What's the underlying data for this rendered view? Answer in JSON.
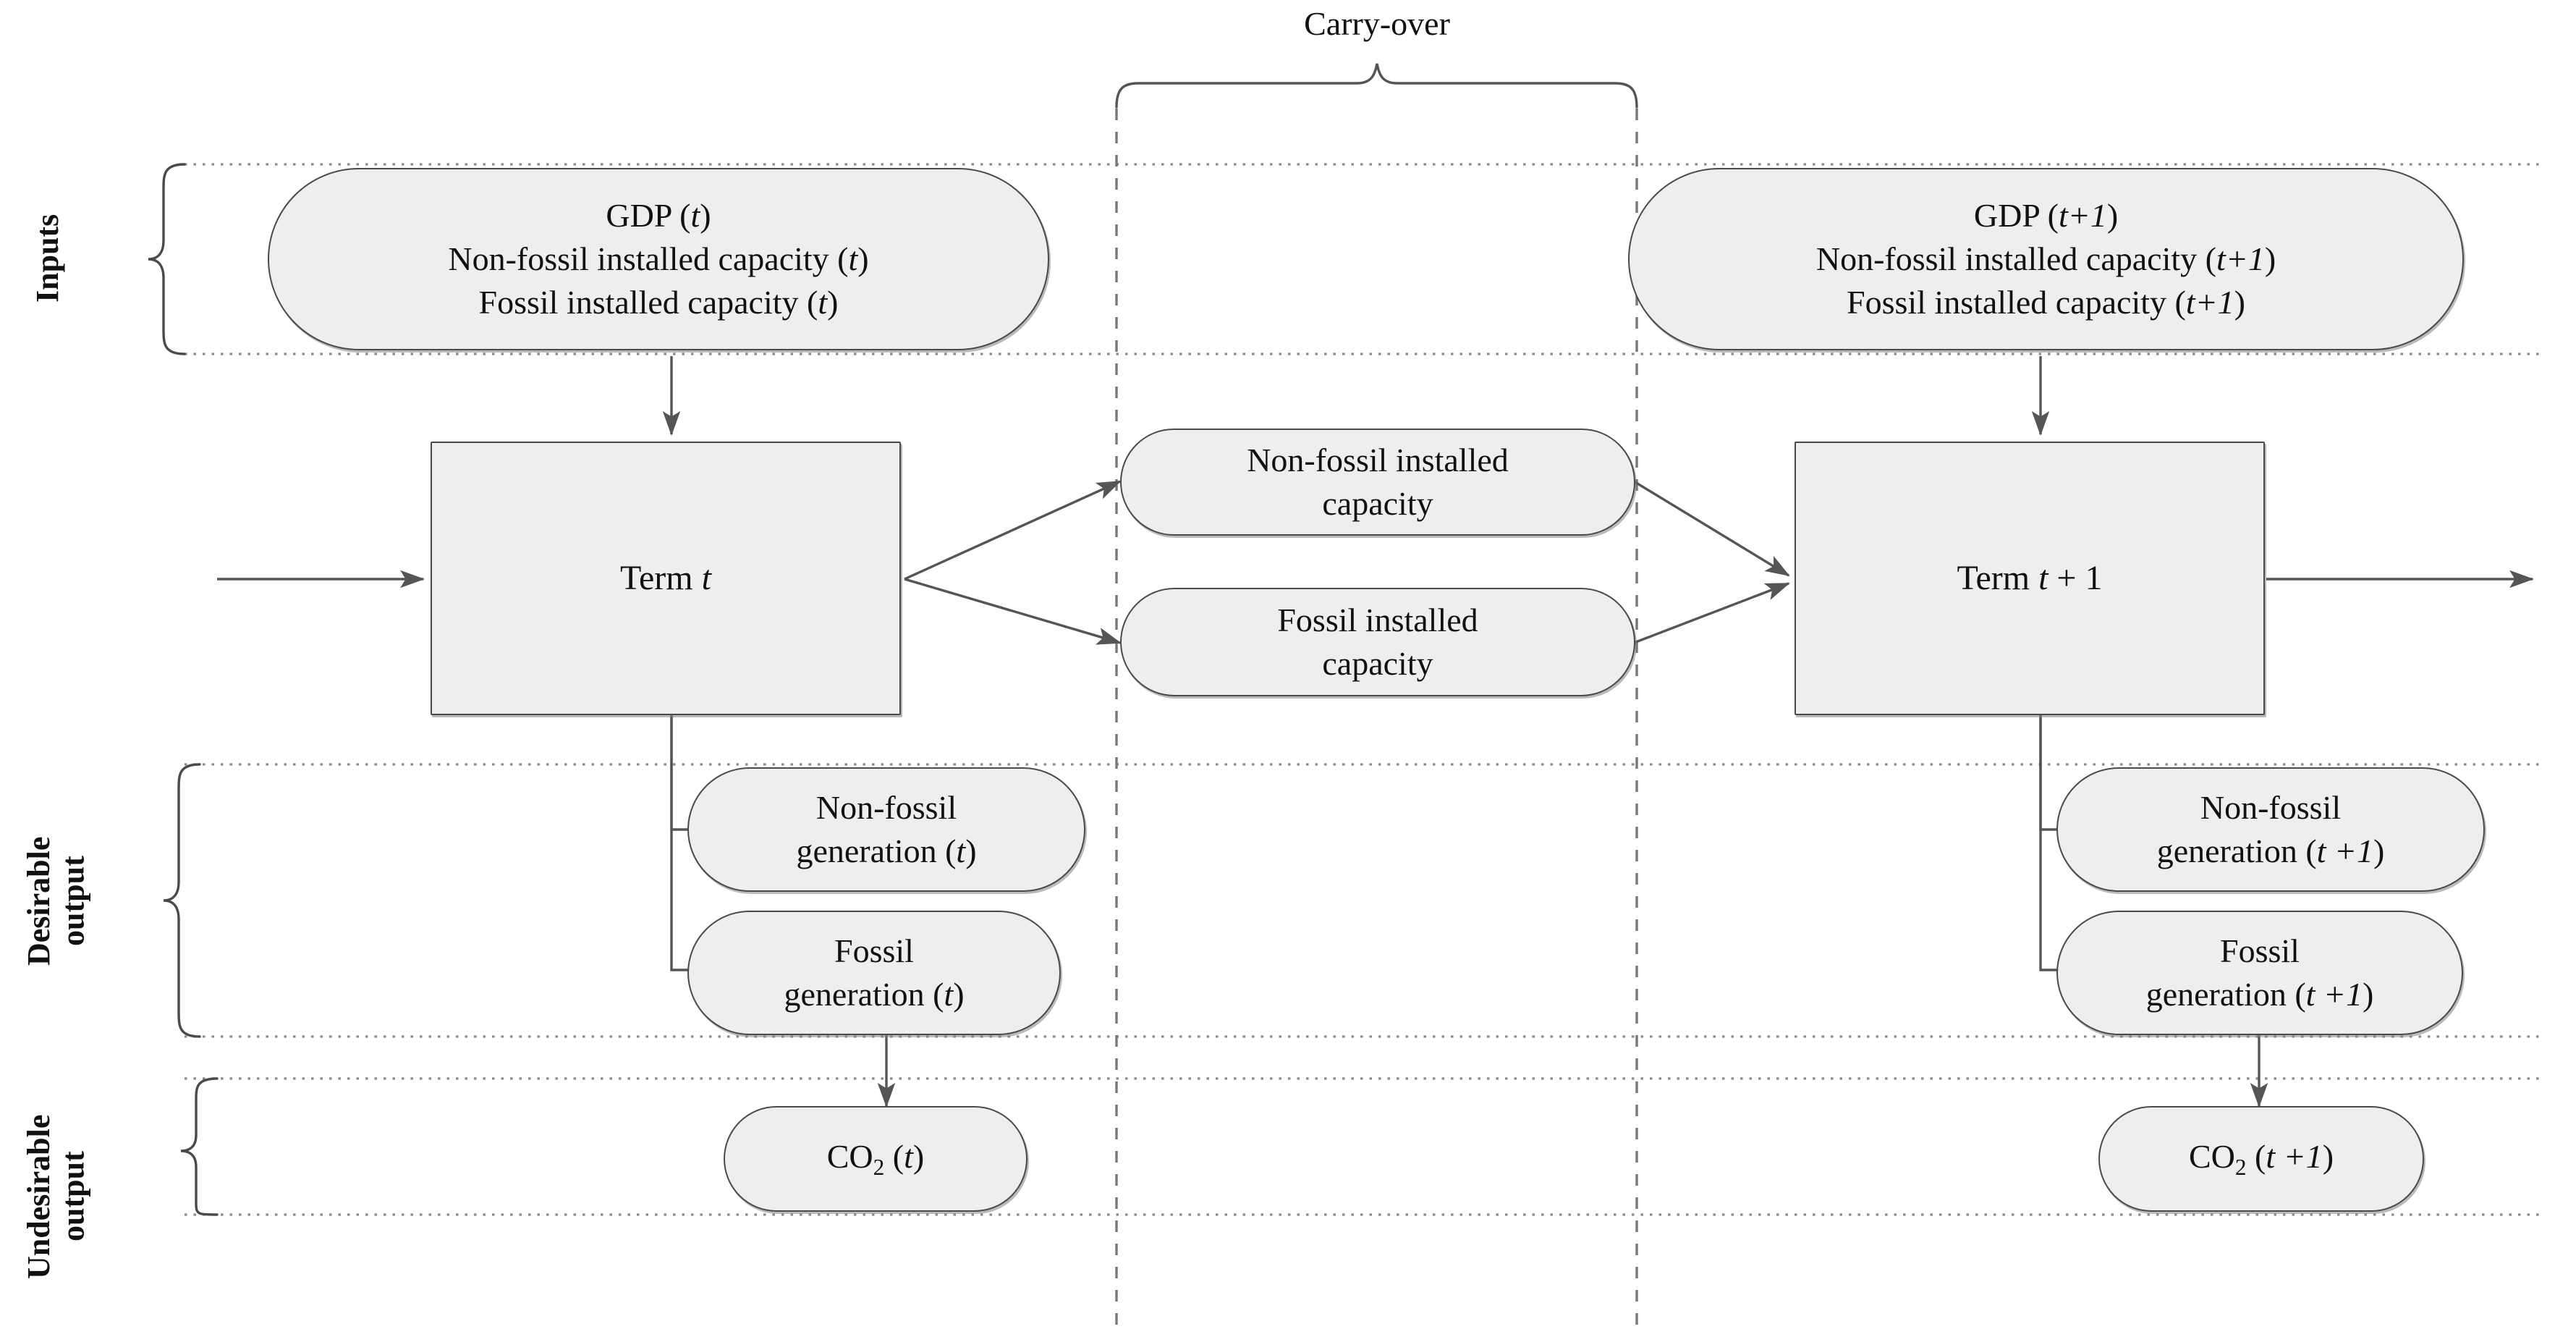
{
  "diagram": {
    "title_label": "Carry-over",
    "band_labels": {
      "inputs": "Inputs",
      "desirable": "Desirable\noutput",
      "undesirable": "Undesirable\noutput"
    }
  },
  "nodes": {
    "gdp_t": {
      "id": "gdp-t",
      "lines": [
        "GDP (t)",
        "Non-fossil installed capacity (t)",
        "Fossil installed capacity (t)"
      ],
      "text": "GDP (t)\nNon-fossil installed capacity (t)\nFossil installed capacity (t)",
      "shape": "pill"
    },
    "gdp_t1": {
      "id": "gdp-t-plus-1",
      "lines": [
        "GDP (t+1)",
        "Non-fossil installed capacity (t+1)",
        "Fossil installed capacity (t+1)"
      ],
      "text": "GDP (t+1)\nNon-fossil installed capacity (t+1)\nFossil installed capacity (t+1)",
      "shape": "pill"
    },
    "term_t": {
      "id": "term-t",
      "text": "Term t",
      "shape": "rect"
    },
    "term_t1": {
      "id": "term-t-plus-1",
      "text": "Term t + 1",
      "shape": "rect"
    },
    "carry_nonfossil": {
      "id": "carry-over-non-fossil-installed-capacity",
      "text": "Non-fossil installed\ncapacity",
      "shape": "pill"
    },
    "carry_fossil": {
      "id": "carry-over-fossil-installed-capacity",
      "text": "Fossil installed\ncapacity",
      "shape": "pill"
    },
    "nonfossil_gen_t": {
      "id": "non-fossil-generation-t",
      "text": "Non-fossil\ngeneration (t)",
      "shape": "pill"
    },
    "fossil_gen_t": {
      "id": "fossil-generation-t",
      "text": "Fossil\ngeneration (t)",
      "shape": "pill"
    },
    "co2_t": {
      "id": "co2-t",
      "text": "CO2 (t)",
      "shape": "pill"
    },
    "nonfossil_gen_t1": {
      "id": "non-fossil-generation-t-plus-1",
      "text": "Non-fossil\ngeneration (t +1)",
      "shape": "pill"
    },
    "fossil_gen_t1": {
      "id": "fossil-generation-t-plus-1",
      "text": "Fossil\ngeneration (t +1)",
      "shape": "pill"
    },
    "co2_t1": {
      "id": "co2-t-plus-1",
      "text": "CO2 (t +1)",
      "shape": "pill"
    }
  },
  "colors": {
    "node_fill": "#eeeeee",
    "node_stroke": "#4a4a4a",
    "connector": "#555555",
    "band_boundary": "#8a8a8a",
    "period_divider": "#777777",
    "text": "#111111",
    "background": "#ffffff"
  }
}
